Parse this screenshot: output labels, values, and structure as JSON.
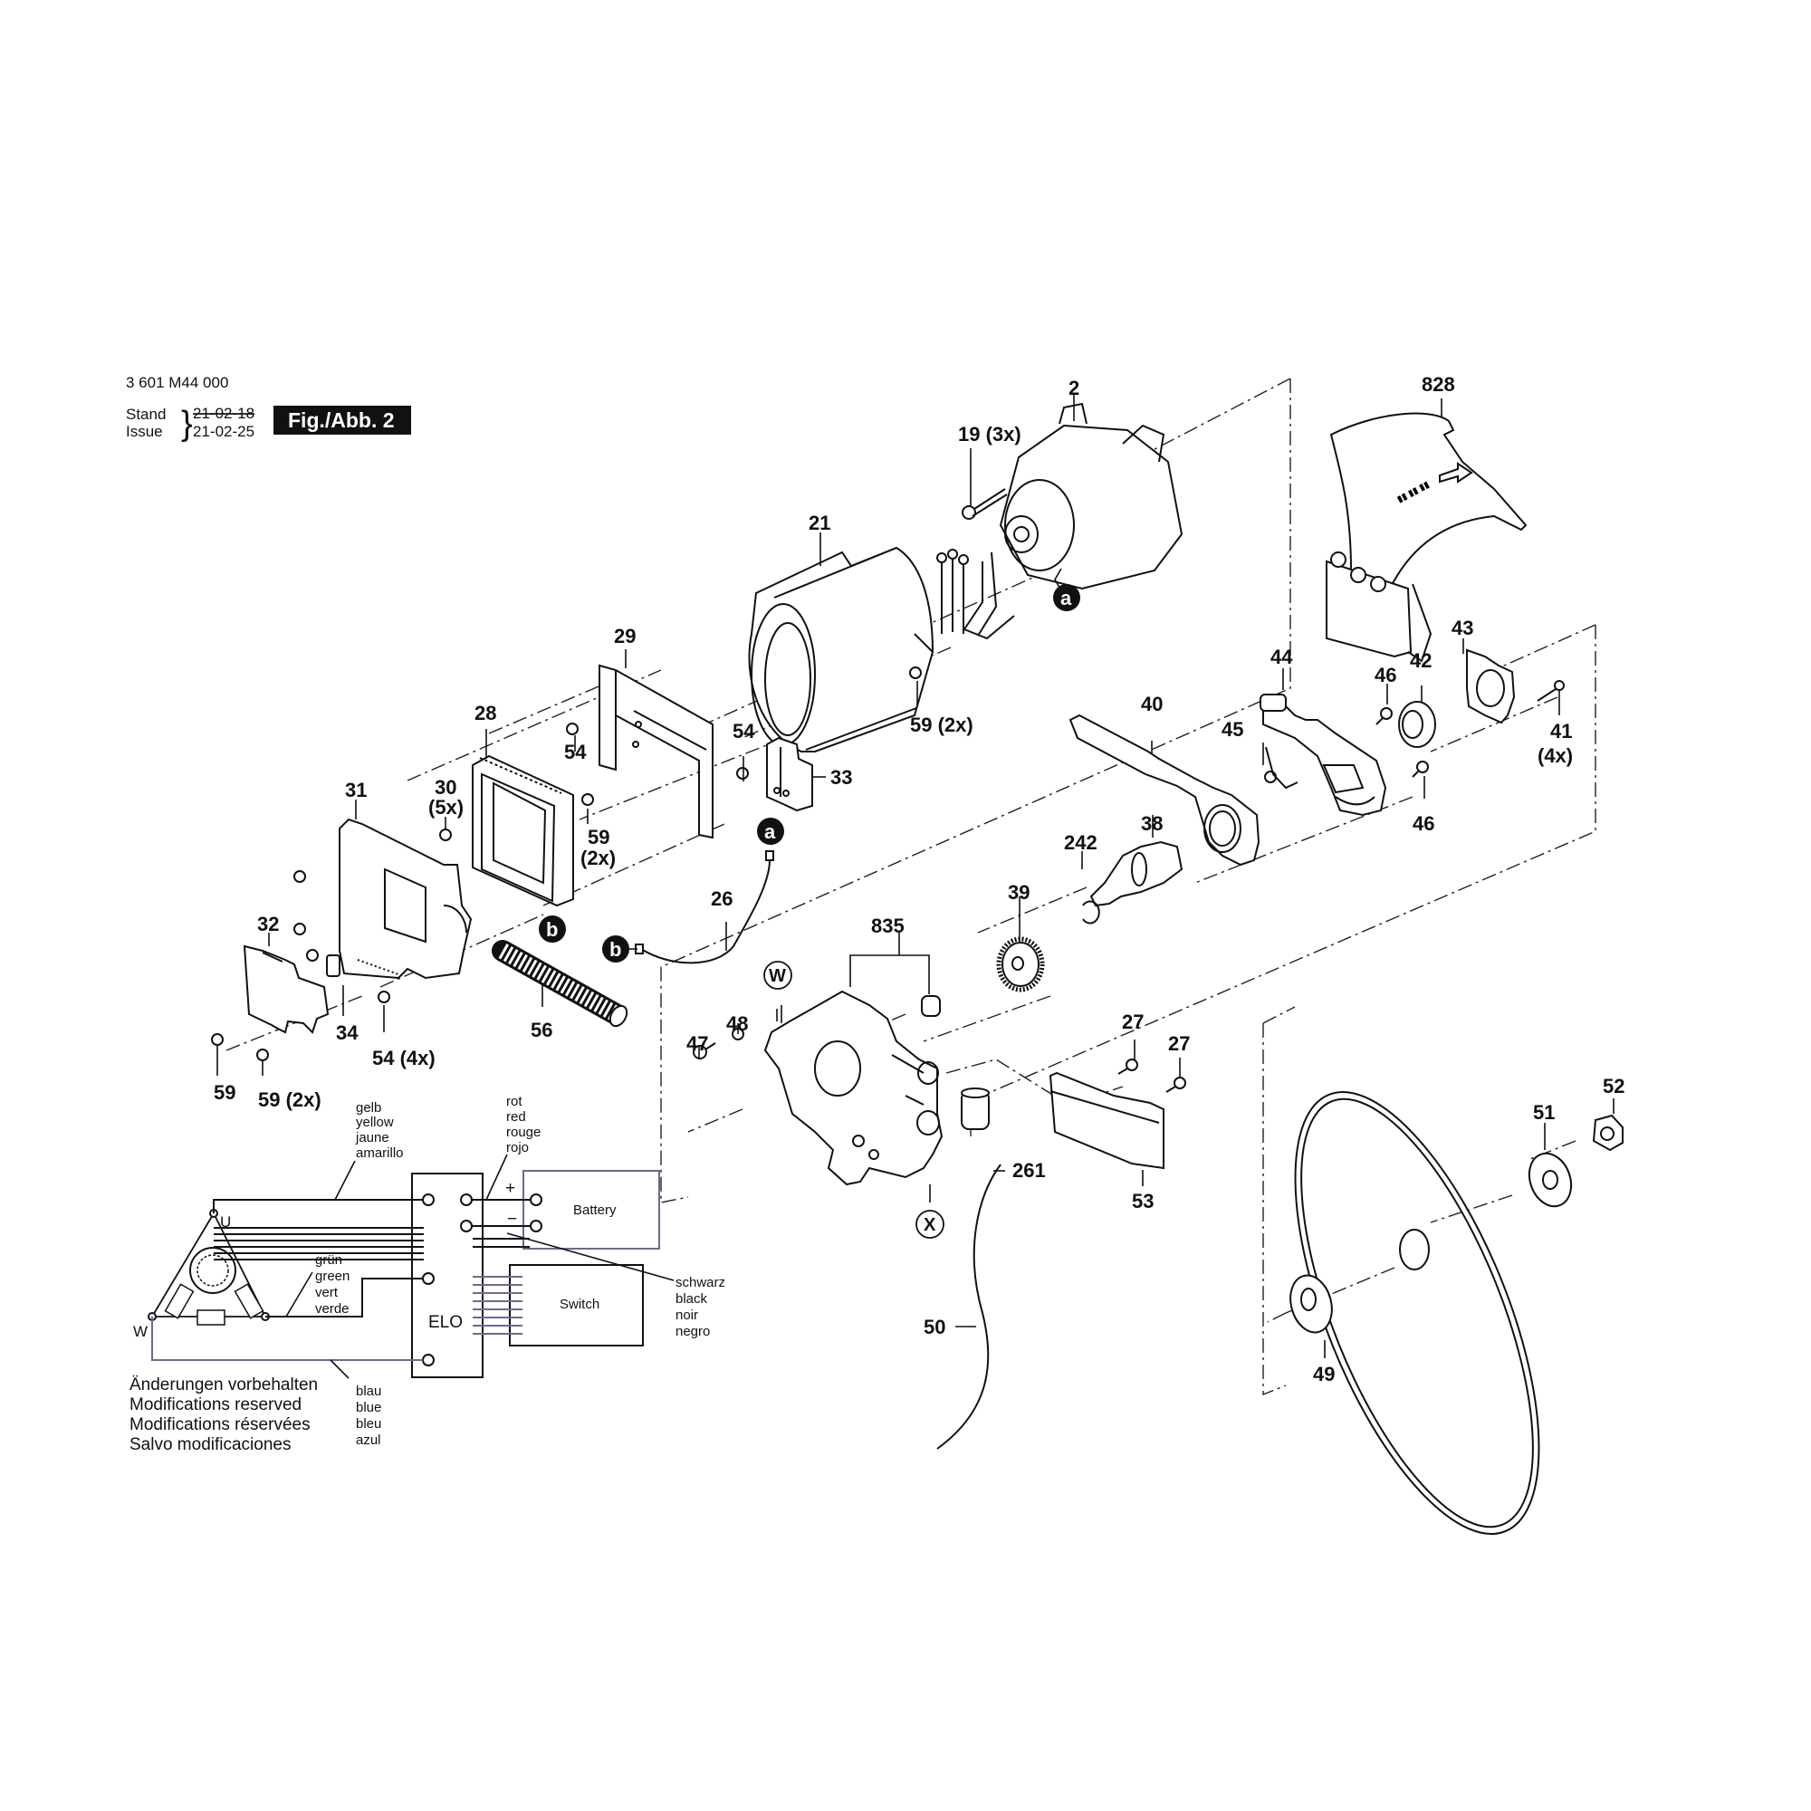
{
  "header": {
    "part_number": "3 601 M44 000",
    "stand_label": "Stand",
    "issue_label": "Issue",
    "old_date": "21-02-18",
    "new_date": "21-02-25",
    "figure_label": "Fig./Abb. 2"
  },
  "callouts": [
    {
      "id": "2",
      "text": "2"
    },
    {
      "id": "19",
      "text": "19  (3x)"
    },
    {
      "id": "828",
      "text": "828"
    },
    {
      "id": "21",
      "text": "21"
    },
    {
      "id": "29",
      "text": "29"
    },
    {
      "id": "28",
      "text": "28"
    },
    {
      "id": "54a",
      "text": "54"
    },
    {
      "id": "54b",
      "text": "54"
    },
    {
      "id": "33",
      "text": "33"
    },
    {
      "id": "59a",
      "text": "59  (2x)"
    },
    {
      "id": "59b",
      "text": "59"
    },
    {
      "id": "59b2",
      "text": "(2x)"
    },
    {
      "id": "31",
      "text": "31"
    },
    {
      "id": "30",
      "text": "30"
    },
    {
      "id": "30q",
      "text": "(5x)"
    },
    {
      "id": "26",
      "text": "26"
    },
    {
      "id": "32",
      "text": "32"
    },
    {
      "id": "34",
      "text": "34"
    },
    {
      "id": "54c",
      "text": "54  (4x)"
    },
    {
      "id": "56",
      "text": "56"
    },
    {
      "id": "59c",
      "text": "59"
    },
    {
      "id": "59d",
      "text": "59  (2x)"
    },
    {
      "id": "43",
      "text": "43"
    },
    {
      "id": "44",
      "text": "44"
    },
    {
      "id": "46a",
      "text": "46"
    },
    {
      "id": "42",
      "text": "42"
    },
    {
      "id": "40",
      "text": "40"
    },
    {
      "id": "45",
      "text": "45"
    },
    {
      "id": "41",
      "text": "41"
    },
    {
      "id": "41q",
      "text": "(4x)"
    },
    {
      "id": "46b",
      "text": "46"
    },
    {
      "id": "38",
      "text": "38"
    },
    {
      "id": "39",
      "text": "39"
    },
    {
      "id": "242",
      "text": "242"
    },
    {
      "id": "835",
      "text": "835"
    },
    {
      "id": "47",
      "text": "47"
    },
    {
      "id": "48",
      "text": "48"
    },
    {
      "id": "27a",
      "text": "27"
    },
    {
      "id": "27b",
      "text": "27"
    },
    {
      "id": "261",
      "text": "261"
    },
    {
      "id": "53",
      "text": "53"
    },
    {
      "id": "50",
      "text": "50"
    },
    {
      "id": "52",
      "text": "52"
    },
    {
      "id": "51",
      "text": "51"
    },
    {
      "id": "49",
      "text": "49"
    }
  ],
  "connectors": {
    "a": "a",
    "b": "b",
    "W": "W",
    "X": "X"
  },
  "wiring": {
    "yellow": [
      "gelb",
      "yellow",
      "jaune",
      "amarillo"
    ],
    "red": [
      "rot",
      "red",
      "rouge",
      "rojo"
    ],
    "black": [
      "schwarz",
      "black",
      "noir",
      "negro"
    ],
    "green": [
      "grün",
      "green",
      "vert",
      "verde"
    ],
    "blue": [
      "blau",
      "blue",
      "bleu",
      "azul"
    ],
    "plus": "+",
    "minus": "−",
    "battery": "Battery",
    "switch": "Switch",
    "elo": "ELO",
    "node_u": "U",
    "node_w": "W"
  },
  "notice": [
    "Änderungen vorbehalten",
    "Modifications reserved",
    "Modifications réservées",
    "Salvo modificaciones"
  ]
}
